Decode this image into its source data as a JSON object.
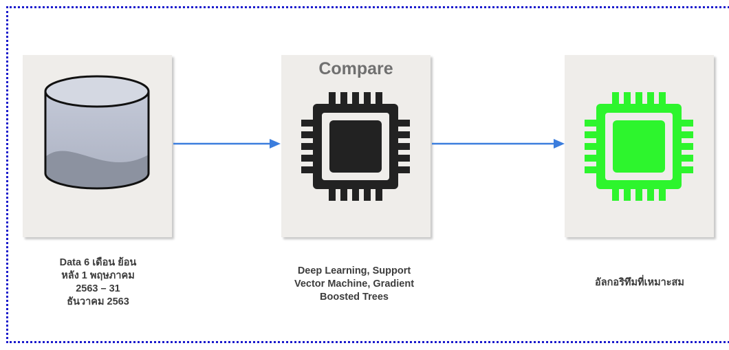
{
  "stages": [
    {
      "id": "data",
      "icon": "database-icon",
      "caption_lines": [
        "Data 6 เดือน ย้อน",
        "หลัง 1 พฤษภาคม",
        "2563 – 31",
        "ธันวาคม 2563"
      ]
    },
    {
      "id": "compare",
      "title": "Compare",
      "icon": "cpu-chip-icon",
      "icon_color": "#222222",
      "caption_lines": [
        "Deep Learning, Support",
        "Vector Machine, Gradient",
        "Boosted Trees"
      ]
    },
    {
      "id": "result",
      "icon": "cpu-chip-icon",
      "icon_color": "#2df52d",
      "caption_lines": [
        "อัลกอริทึมที่เหมาะสม"
      ]
    }
  ],
  "colors": {
    "arrow": "#3b7ddd",
    "frame": "#1a1acc",
    "card": "#efedea"
  }
}
